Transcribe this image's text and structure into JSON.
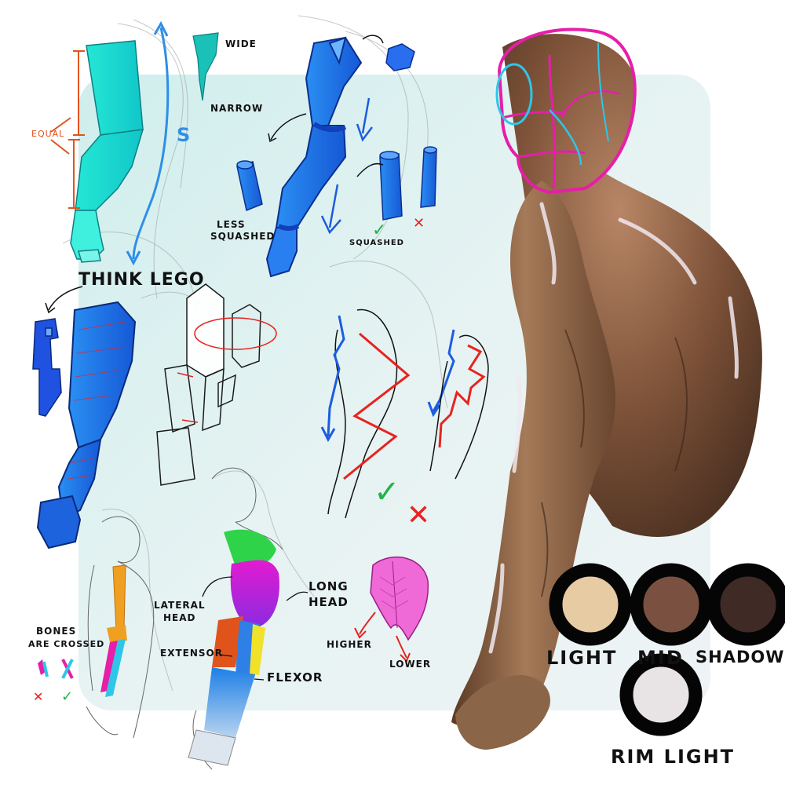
{
  "labels": {
    "wide": "WIDE",
    "narrow": "NARROW",
    "equal": "EQUAL",
    "s_curve": "S",
    "less_squashed": "LESS\nSQUASHED",
    "less_squashed_line1": "LESS",
    "less_squashed_line2": "SQUASHED",
    "squashed": "SQUASHED",
    "think_lego": "THINK LEGO",
    "lateral_head_line1": "LATERAL",
    "lateral_head_line2": "HEAD",
    "long_head_line1": "LONG",
    "long_head_line2": "HEAD",
    "extensor": "EXTENSOR",
    "flexor": "FLEXOR",
    "bones_line1": "BONES",
    "bones_line2": "ARE CROSSED",
    "higher": "HIGHER",
    "lower": "LOWER"
  },
  "palette": {
    "title_light": "LIGHT",
    "title_mid": "MID",
    "title_shadow": "SHADOW",
    "title_rim": "RIM LIGHT",
    "light_color": "#e7cba3",
    "mid_color": "#7a5140",
    "shadow_color": "#3f2a26",
    "rim_color": "#e8e4e6"
  },
  "colors": {
    "cyan": "#2fe6d6",
    "blue": "#1f7fe8",
    "deep_blue": "#1a4fd8",
    "red": "#e8231f",
    "orange": "#e0541c",
    "green": "#21b34a",
    "magenta": "#e61ea8",
    "pink": "#ef6ad6",
    "skin": "#8a5a3c",
    "bg_panel": "#dcefee"
  },
  "marks": {
    "check": "✓",
    "cross": "✕"
  }
}
